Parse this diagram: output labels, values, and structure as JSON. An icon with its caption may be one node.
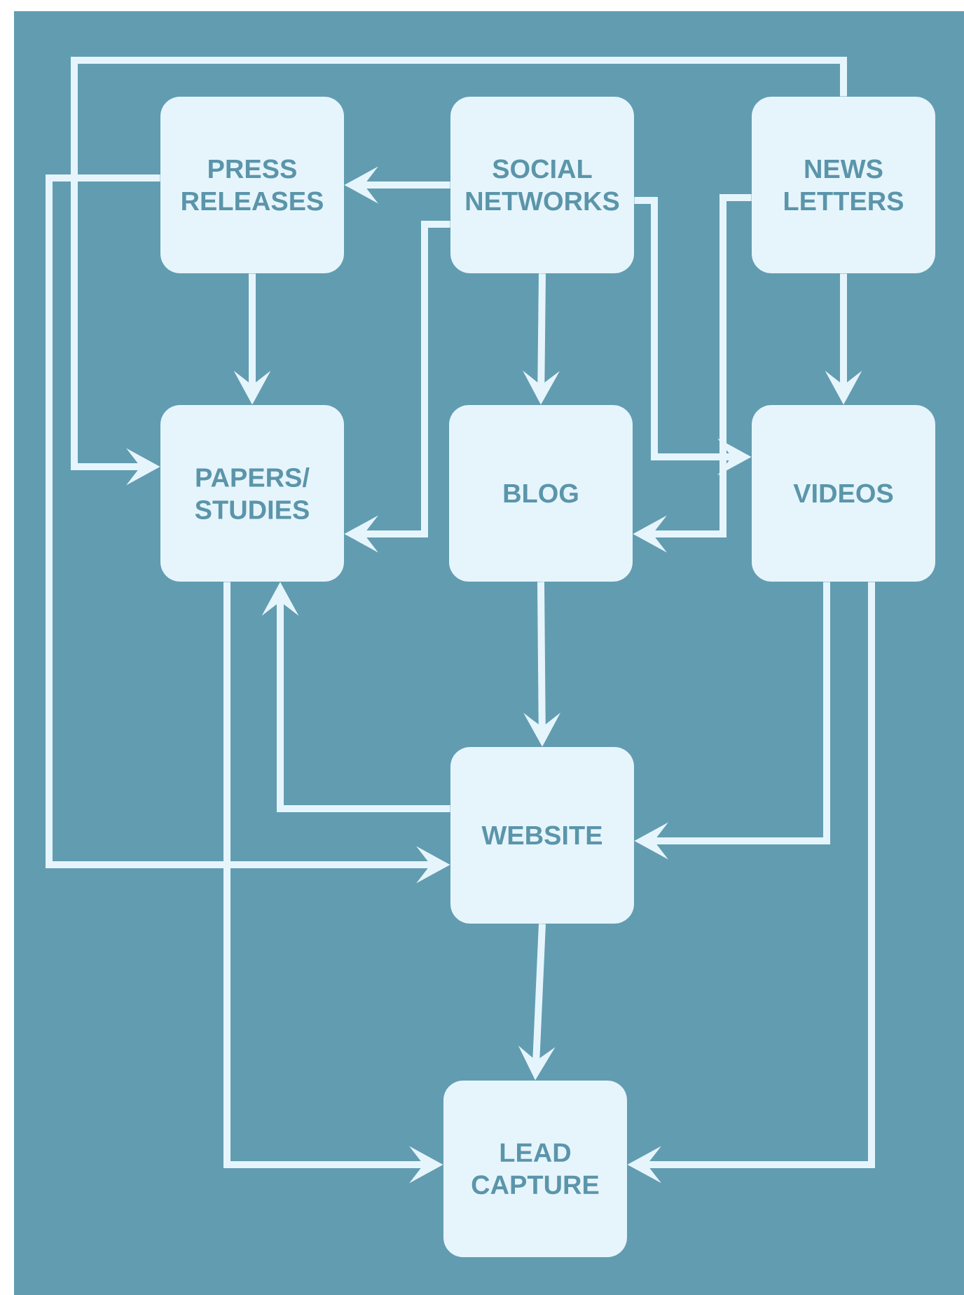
{
  "diagram": {
    "nodes": [
      {
        "text": [
          "PRESS RELEASES"
        ]
      },
      {
        "text": [
          "SOCIAL NETWORKS"
        ]
      },
      {
        "text": [
          "NEWS LETTERS"
        ]
      },
      {
        "text": [
          "PAPERS/ STUDIES"
        ]
      },
      {
        "text": [
          "BLOG"
        ]
      },
      {
        "text": [
          "VIDEOS"
        ]
      },
      {
        "text": [
          "WEBSITE"
        ]
      },
      {
        "text": [
          "LEAD CAPTURE"
        ]
      }
    ],
    "edges": [
      {
        "from": 1,
        "to": 0,
        "arrow": "to"
      },
      {
        "from": 0,
        "to": 3,
        "arrow": "to"
      },
      {
        "from": 1,
        "to": 4,
        "arrow": "to"
      },
      {
        "from": 2,
        "to": 5,
        "arrow": "to"
      },
      {
        "from": 2,
        "to": 3,
        "arrow": "to"
      },
      {
        "from": 0,
        "to": 6,
        "arrow": "to"
      },
      {
        "from": 1,
        "to": 3,
        "arrow": "to"
      },
      {
        "from": 1,
        "to": 5,
        "arrow": "to"
      },
      {
        "from": 2,
        "to": 4,
        "arrow": "to"
      },
      {
        "from": 4,
        "to": 6,
        "arrow": "to"
      },
      {
        "from": 6,
        "to": 3,
        "arrow": "to"
      },
      {
        "from": 5,
        "to": 6,
        "arrow": "to"
      },
      {
        "from": 6,
        "to": 7,
        "arrow": "to"
      },
      {
        "from": 3,
        "to": 7,
        "arrow": "to"
      },
      {
        "from": 5,
        "to": 7,
        "arrow": "to"
      }
    ]
  }
}
